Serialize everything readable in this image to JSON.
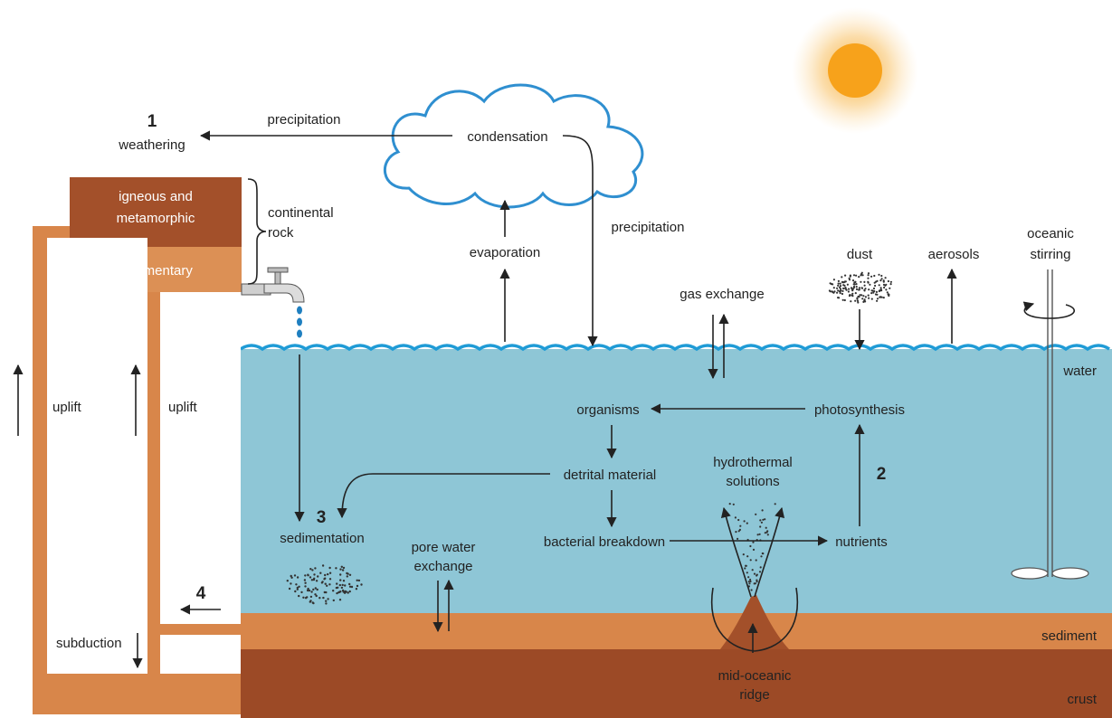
{
  "colors": {
    "sky": "#ffffff",
    "ocean": "#8ec6d6",
    "ocean_surface": "#1f9bd6",
    "cloud_outline": "#2f8fd0",
    "igneous_rock": "#a3502a",
    "sedimentary_rock": "#dc9055",
    "sediment_layer": "#d8864a",
    "crust": "#9c4a26",
    "sun": "#f7a21b",
    "text": "#222222"
  },
  "labels": {
    "weathering_num": "1",
    "weathering": "weathering",
    "precipitation_left": "precipitation",
    "condensation": "condensation",
    "precipitation_right": "precipitation",
    "evaporation": "evaporation",
    "igneous_line1": "igneous and",
    "igneous_line2": "metamorphic",
    "sedimentary": "sedimentary",
    "continental_line1": "continental",
    "continental_line2": "rock",
    "gas_exchange": "gas exchange",
    "dust": "dust",
    "aerosols": "aerosols",
    "oceanic_line1": "oceanic",
    "oceanic_line2": "stirring",
    "water": "water",
    "uplift_left": "uplift",
    "uplift_right": "uplift",
    "organisms": "organisms",
    "photosynthesis": "photosynthesis",
    "detrital": "detrital material",
    "hydro_line1": "hydrothermal",
    "hydro_line2": "solutions",
    "num2": "2",
    "num3": "3",
    "sedimentation": "sedimentation",
    "pore_line1": "pore water",
    "pore_line2": "exchange",
    "bacterial": "bacterial breakdown",
    "nutrients": "nutrients",
    "num4": "4",
    "subduction": "subduction",
    "sediment": "sediment",
    "ridge_line1": "mid-oceanic",
    "ridge_line2": "ridge",
    "crust": "crust"
  }
}
